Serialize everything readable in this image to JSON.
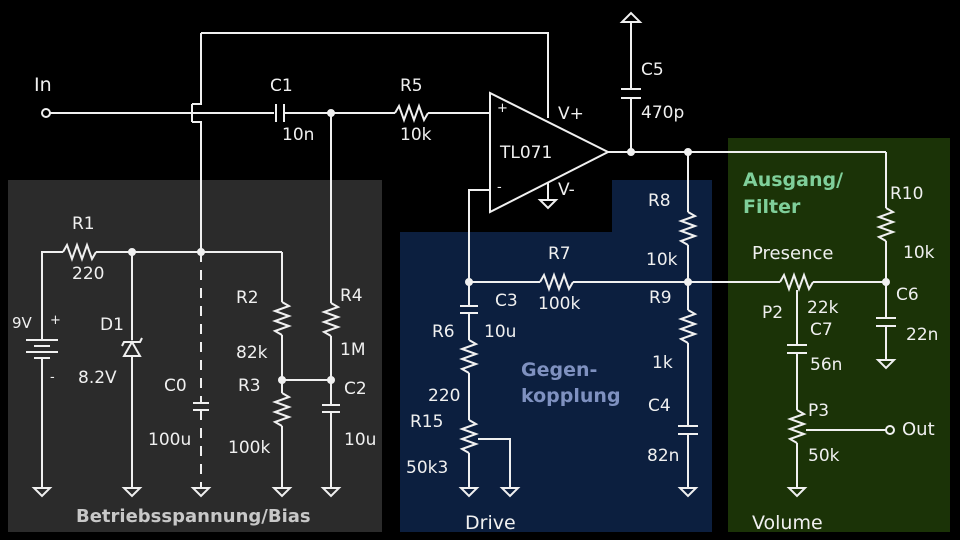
{
  "regions": {
    "bias": {
      "title": "Betriebsspannung/Bias",
      "color": "#2b2b2b",
      "text_color": "#c8c8c8"
    },
    "feedback": {
      "title_line1": "Gegen-",
      "title_line2": "kopplung",
      "color": "#0c1f3f",
      "text_color": "#7f91c0"
    },
    "output": {
      "title_line1": "Ausgang/",
      "title_line2": "Filter",
      "color": "#1b3307",
      "text_color": "#7fcf9a"
    }
  },
  "terminals": {
    "input": "In",
    "output": "Out"
  },
  "opamp": {
    "name": "TL071",
    "vplus": "V+",
    "vminus": "V-",
    "plus": "+",
    "minus": "-"
  },
  "components": {
    "R1": {
      "name": "R1",
      "value": "220"
    },
    "D1": {
      "name": "D1",
      "value": "8.2V"
    },
    "C0": {
      "name": "C0",
      "value": "100u"
    },
    "R2": {
      "name": "R2",
      "value": "82k"
    },
    "R3": {
      "name": "R3",
      "value": "100k"
    },
    "R4": {
      "name": "R4",
      "value": "1M"
    },
    "C2": {
      "name": "C2",
      "value": "10u"
    },
    "C1": {
      "name": "C1",
      "value": "10n"
    },
    "R5": {
      "name": "R5",
      "value": "10k"
    },
    "C5": {
      "name": "C5",
      "value": "470p"
    },
    "R7": {
      "name": "R7",
      "value": "100k"
    },
    "C3": {
      "name": "C3",
      "value": "10u"
    },
    "R6": {
      "name": "R6",
      "value": "220"
    },
    "R15": {
      "name": "R15",
      "value": "50k3"
    },
    "R8": {
      "name": "R8",
      "value": "10k"
    },
    "R9": {
      "name": "R9",
      "value": "1k"
    },
    "C4": {
      "name": "C4",
      "value": "82n"
    },
    "R10": {
      "name": "R10",
      "value": "10k"
    },
    "C6": {
      "name": "C6",
      "value": "22n"
    },
    "P2": {
      "name": "P2",
      "value": "22k",
      "function": "Presence"
    },
    "C7": {
      "name": "C7",
      "value": "56n"
    },
    "P3": {
      "name": "P3",
      "value": "50k",
      "function": "Volume"
    }
  },
  "battery": {
    "value": "9V",
    "plus": "+",
    "minus": "-"
  },
  "pot_labels": {
    "drive": "Drive",
    "presence": "Presence",
    "volume": "Volume"
  }
}
